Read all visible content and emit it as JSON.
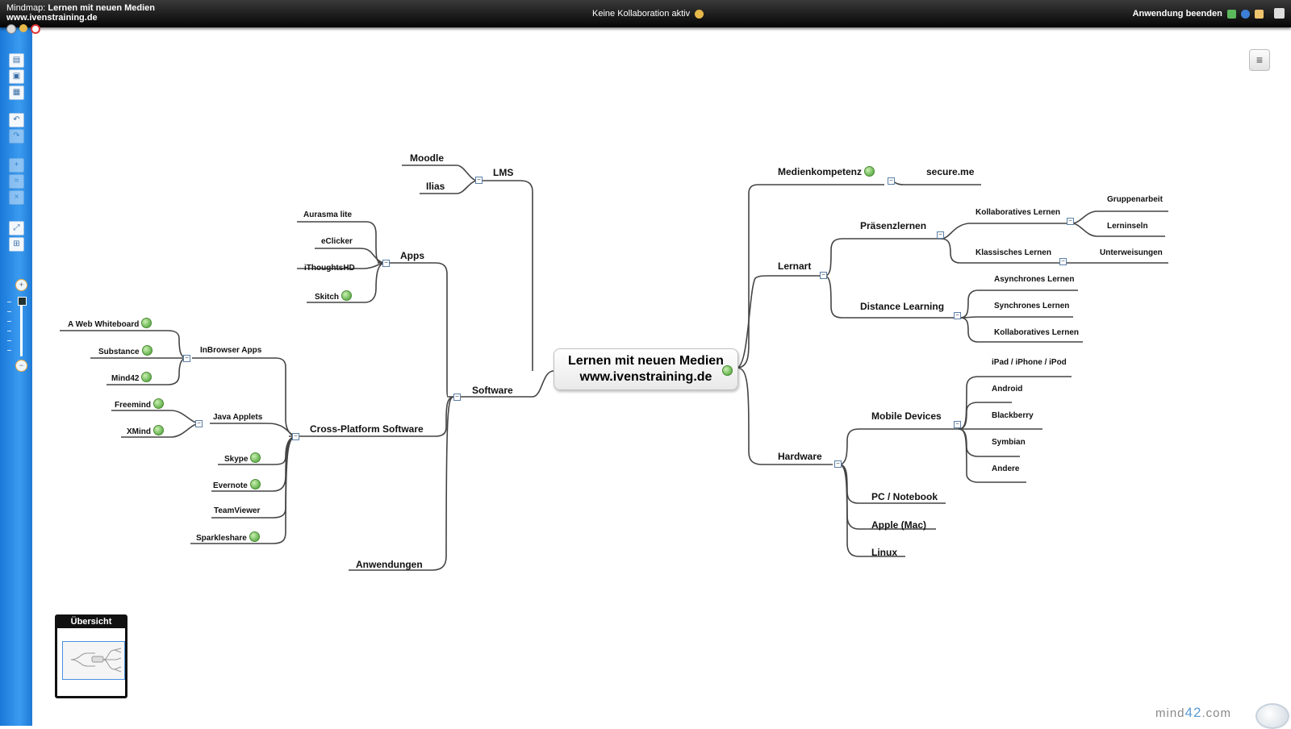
{
  "topbar": {
    "mindmap_prefix": "Mindmap:",
    "mindmap_title": "Lernen mit neuen Medien",
    "mindmap_subtitle": "www.ivenstraining.de",
    "collaboration_status": "Keine Kollaboration aktiv",
    "exit_label": "Anwendung beenden"
  },
  "root": {
    "line1": "Lernen mit neuen Medien",
    "line2": "www.ivenstraining.de"
  },
  "nodes": {
    "software": "Software",
    "lms": "LMS",
    "moodle": "Moodle",
    "ilias": "Ilias",
    "apps": "Apps",
    "aurasma": "Aurasma lite",
    "eclicker": "eClicker",
    "ithoughts": "iThoughtsHD",
    "skitch": "Skitch",
    "crossplatform": "Cross-Platform Software",
    "inbrowser": "InBrowser Apps",
    "webwhiteboard": "A Web Whiteboard",
    "substance": "Substance",
    "mind42": "Mind42",
    "javaapplets": "Java Applets",
    "freemind": "Freemind",
    "xmind": "XMind",
    "skype": "Skype",
    "evernote": "Evernote",
    "teamviewer": "TeamViewer",
    "sparkleshare": "Sparkleshare",
    "anwendungen": "Anwendungen",
    "medienkompetenz": "Medienkompetenz",
    "secureme": "secure.me",
    "lernart": "Lernart",
    "praesenz": "Präsenzlernen",
    "kollab1": "Kollaboratives Lernen",
    "gruppenarbeit": "Gruppenarbeit",
    "lerninseln": "Lerninseln",
    "klassisch": "Klassisches Lernen",
    "unterweisungen": "Unterweisungen",
    "distance": "Distance Learning",
    "async": "Asynchrones Lernen",
    "sync": "Synchrones Lernen",
    "kollab2": "Kollaboratives Lernen",
    "hardware": "Hardware",
    "mobile": "Mobile Devices",
    "ipad": "iPad / iPhone / iPod",
    "android": "Android",
    "blackberry": "Blackberry",
    "symbian": "Symbian",
    "andere": "Andere",
    "pc": "PC / Notebook",
    "apple": "Apple (Mac)",
    "linux": "Linux"
  },
  "overview": {
    "title": "Übersicht"
  },
  "logo": {
    "prefix": "mind",
    "number": "42",
    "suffix": ".com"
  },
  "colors": {
    "toolbar": "#2a8ae6",
    "topbar": "#111111",
    "link_icon": "#4caf3a",
    "connector": "#444444"
  }
}
